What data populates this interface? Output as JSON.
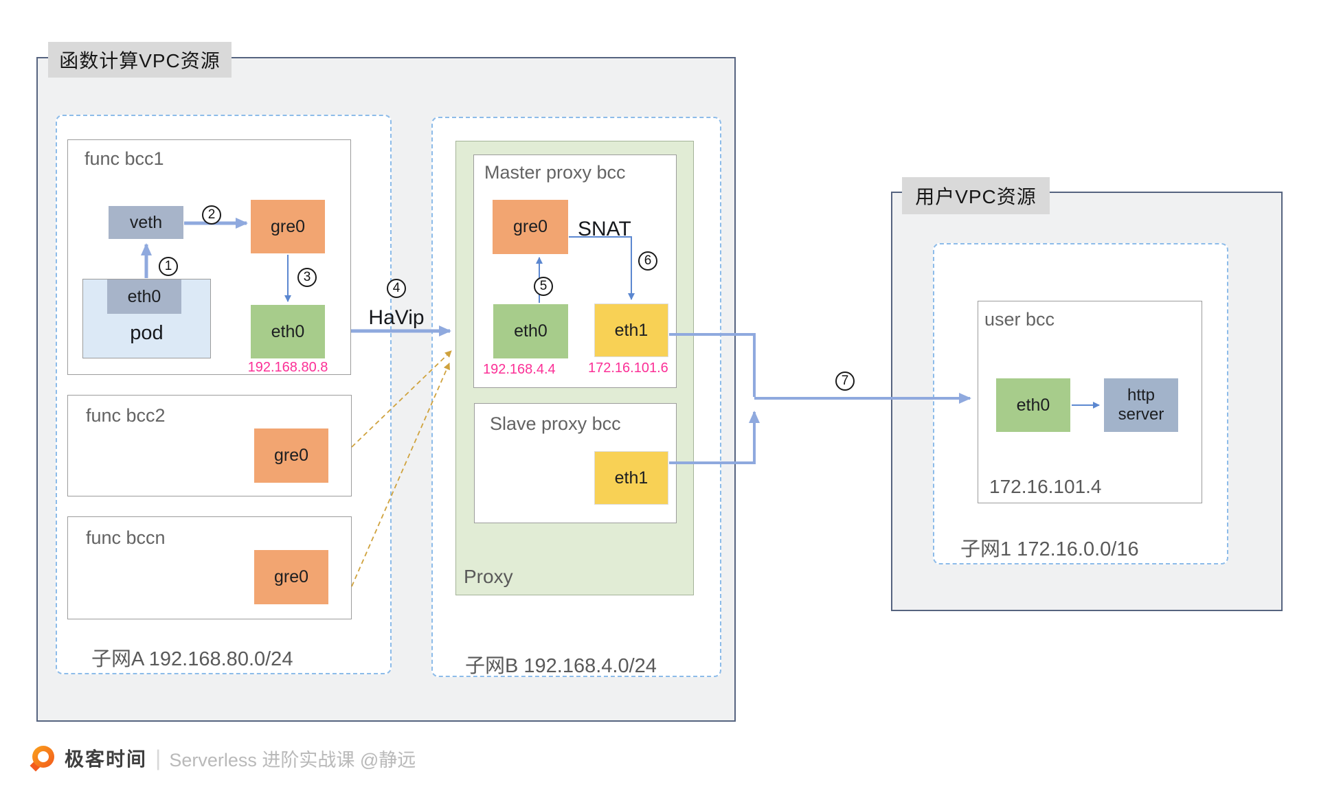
{
  "fc_vpc": {
    "label": "函数计算VPC资源",
    "subnet_a": {
      "label": "子网A 192.168.80.0/24",
      "bcc1": {
        "title": "func bcc1",
        "veth": "veth",
        "gre0": "gre0",
        "pod_eth0": "eth0",
        "pod": "pod",
        "eth0": "eth0",
        "eth0_ip": "192.168.80.8"
      },
      "bcc2": {
        "title": "func bcc2",
        "gre0": "gre0"
      },
      "bccn": {
        "title": "func bccn",
        "gre0": "gre0"
      }
    },
    "subnet_b": {
      "label": "子网B 192.168.4.0/24",
      "proxy_label": "Proxy",
      "master": {
        "title": "Master proxy bcc",
        "gre0": "gre0",
        "snat": "SNAT",
        "eth0": "eth0",
        "eth0_ip": "192.168.4.4",
        "eth1": "eth1",
        "eth1_ip": "172.16.101.6"
      },
      "slave": {
        "title": "Slave proxy bcc",
        "eth1": "eth1"
      }
    }
  },
  "user_vpc": {
    "label": "用户VPC资源",
    "subnet1": {
      "label": "子网1 172.16.0.0/16",
      "user_bcc": {
        "title": "user bcc",
        "eth0": "eth0",
        "http_server": "http server",
        "ip": "172.16.101.4"
      }
    }
  },
  "flow": {
    "havip": "HaVip",
    "steps": [
      "1",
      "2",
      "3",
      "4",
      "5",
      "6",
      "7"
    ]
  },
  "footer": {
    "brand": "极客时间",
    "divider": "|",
    "course": "Serverless 进阶实战课 @静远"
  },
  "colors": {
    "thick_arrow_blue": "#8fa9de",
    "thin_arrow_blue": "#5b87d0",
    "orange_box": "#f2a571",
    "green_box": "#a7cc8b",
    "yellow_box": "#f8d155",
    "grayblue_box": "#a7b4c9",
    "pod_bg": "#dce9f6",
    "proxy_bg": "#e1ecd5",
    "subnet_dash_blue": "#8cbbe9",
    "vpc_fill_gray": "#f0f1f2",
    "vpc_border": "#55637f",
    "label_gray": "#d9d9d9",
    "ip_pink": "#fb2f96",
    "dashed_orange": "#cfa23d",
    "brand_orange": "#f2591d"
  }
}
